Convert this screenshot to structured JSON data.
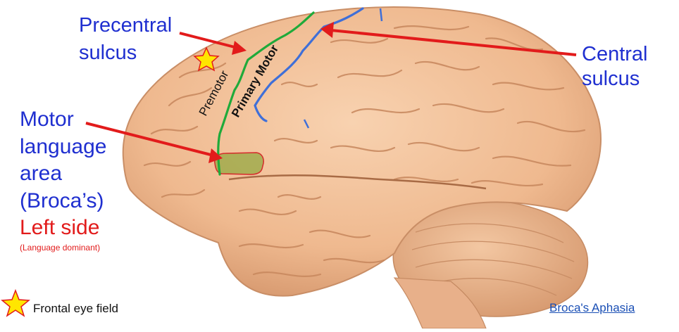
{
  "labels": {
    "precentral": [
      "Precentral",
      "sulcus"
    ],
    "central": [
      "Central",
      "sulcus"
    ],
    "motor_language": [
      "Motor",
      "language",
      "area",
      "(Broca’s)"
    ],
    "left_side": "Left side",
    "language_dominant": "(Language dominant)",
    "premotor": "Premotor",
    "primary_motor": "Primary Motor"
  },
  "legend": {
    "frontal_eye_field": "Frontal eye field"
  },
  "link": {
    "text": "Broca's Aphasia"
  },
  "colors": {
    "label_blue": "#1f2fd0",
    "arrow_red": "#e21b1b",
    "precentral_line": "#1faa3a",
    "central_line": "#3f6fd8",
    "broca_region": "#7fa12b",
    "star_fill": "#ffe600",
    "brain": "#f2bf97"
  }
}
